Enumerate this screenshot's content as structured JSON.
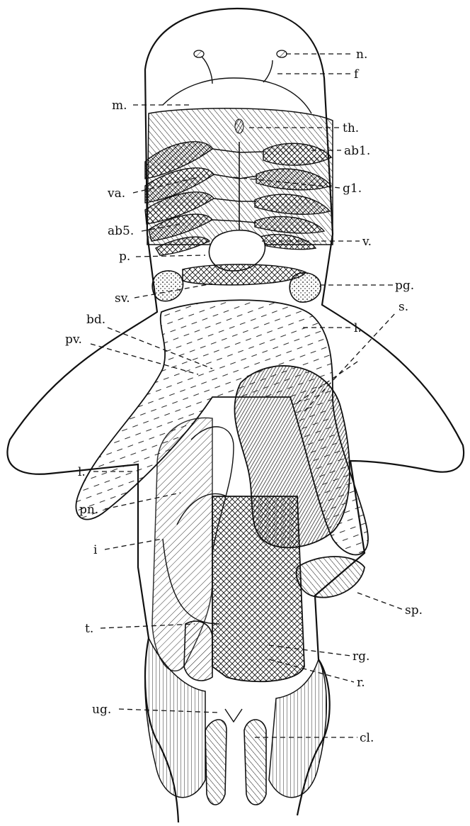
{
  "figure": {
    "labels": {
      "n": "n.",
      "f": "f",
      "m": "m.",
      "th": "th.",
      "ab1": "ab1.",
      "va": "va.",
      "g1": "g1.",
      "ab5": "ab5.",
      "v": "v.",
      "p": "p.",
      "sv": "sv.",
      "pg": "pg.",
      "bd": "bd.",
      "l_upper": "l.",
      "s": "s.",
      "pv": "pv.",
      "l_lower": "l.",
      "pn": "pn.",
      "i": "i",
      "sp": "sp.",
      "t": "t.",
      "rg": "rg.",
      "r": "r.",
      "ug": "ug.",
      "cl": "cl."
    },
    "colors": {
      "ink": "#111111",
      "paper": "#ffffff"
    }
  }
}
